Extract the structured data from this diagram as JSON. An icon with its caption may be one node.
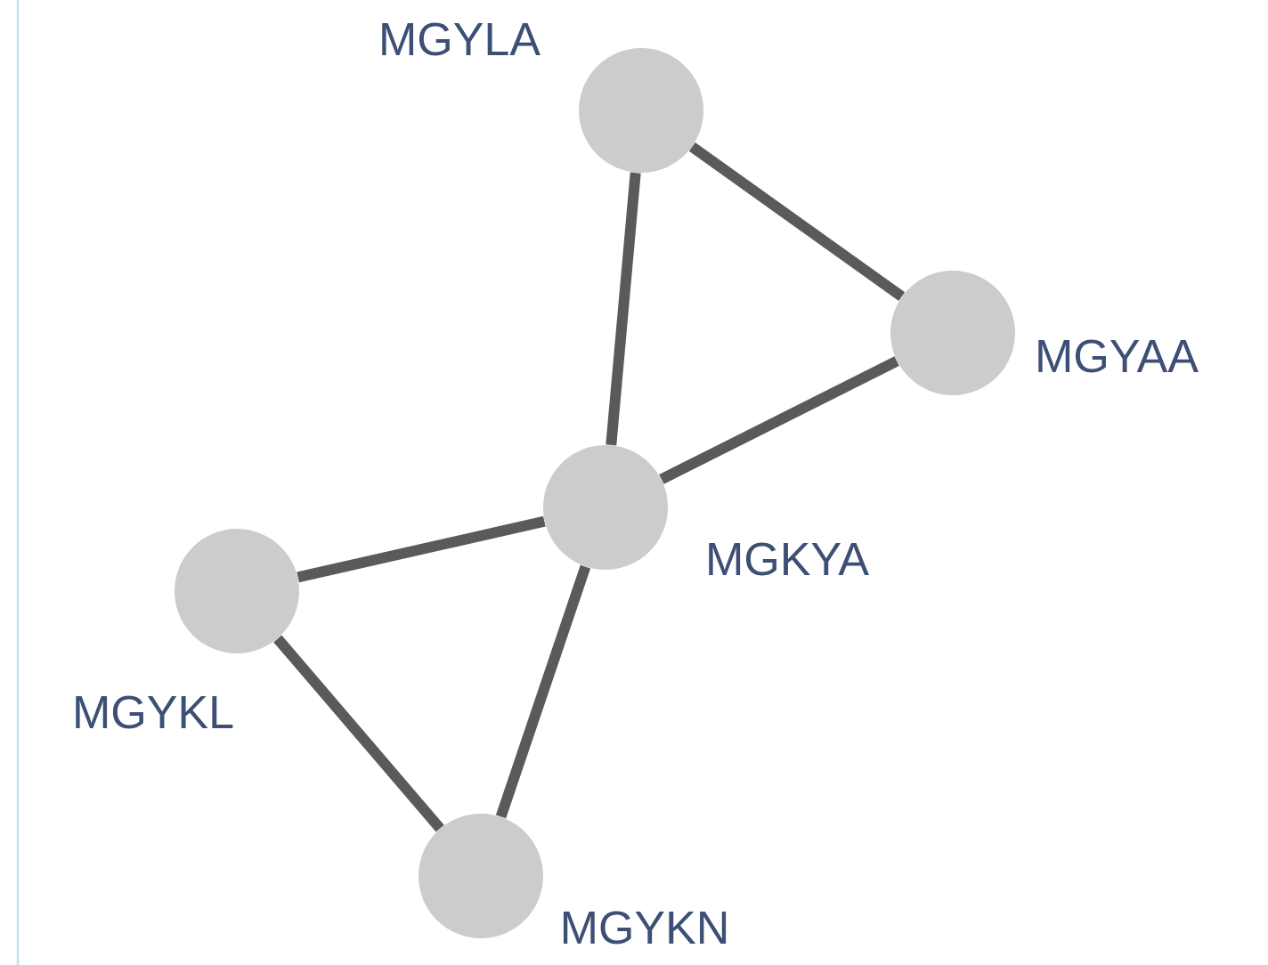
{
  "diagram": {
    "nodes": [
      {
        "text": [],
        "shape": "circle",
        "beside": [
          "MGYLA"
        ]
      },
      {
        "text": [],
        "shape": "circle",
        "beside": [
          "MGYAA"
        ]
      },
      {
        "text": [],
        "shape": "circle",
        "beside": [
          "MGKYA"
        ]
      },
      {
        "text": [],
        "shape": "circle",
        "beside": [
          "MGYKL"
        ]
      },
      {
        "text": [],
        "shape": "circle",
        "beside": [
          "MGYKN"
        ]
      }
    ],
    "edges": [
      {
        "from": 0,
        "to": 1,
        "arrow": "none"
      },
      {
        "from": 0,
        "to": 2,
        "arrow": "none"
      },
      {
        "from": 1,
        "to": 2,
        "arrow": "none"
      },
      {
        "from": 2,
        "to": 3,
        "arrow": "none"
      },
      {
        "from": 2,
        "to": 4,
        "arrow": "none"
      },
      {
        "from": 3,
        "to": 4,
        "arrow": "none"
      }
    ]
  }
}
